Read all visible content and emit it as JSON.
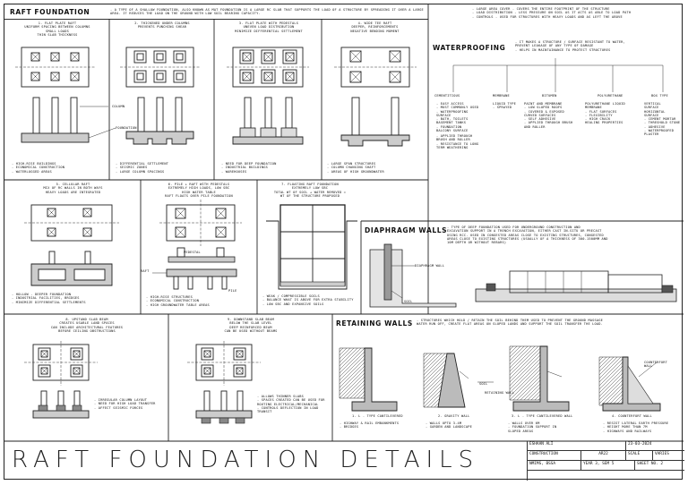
{
  "header": {
    "main_title": "RAFT FOUNDATION",
    "main_desc": "- A TYPE OF A SHALLOW FOUNDATION, ALSO KNOWN AS MAT FOUNDATION IS A LARGE RC SLAB THAT SUPPORTS THE LOAD OF A STRUCTURE BY SPREADING IT OVER A LARGE AREA. IT REDUCES THE LOAD ON THE GROUND WITH LOW SOIL BEARING CAPACITY.",
    "right_notes": "- LARGE AREA COVER - COVERS THE ENTIRE FOOTPRINT OF THE STRUCTURE\n- LOAD DISTRIBUTION - LESS PRESSURE ON SOIL AS IT ACTS AS ABLE TO LOAD PATH\n- CONTROLS - USED FOR STRUCTURES WITH HEAVY LOADS AND AS LEFT THE ABOVE"
  },
  "panels": {
    "p1": {
      "title": "1. FLAT PLATE RAFT\nUNIFORM SPACING BETWEEN COLUMNS\nSMALL LOADS\nTHIN SLAB THICKNESS",
      "notes": "- HIGH-RISE BUILDINGS\n- ECONOMICAL CONSTRUCTION\n- WATERLOGGED AREAS",
      "label_column": "COLUMN",
      "label_foundation": "FOUNDATION"
    },
    "p2": {
      "title": "2. THICKENED UNDER COLUMNS\nPREVENTS PUNCHING SHEAR",
      "notes": "- DIFFERENTIAL SETTLEMENT\n- SEISMIC ZONES\n- LARGE COLUMN SPACINGS"
    },
    "p3": {
      "title": "3. FLAT PLATE WITH PEDESTALS\nUNEVEN LOAD DISTRIBUTION\nMINIMIZE DIFFERENTIAL SETTLEMENT",
      "notes": "- NEED FOR DEEP FOUNDATION\n- INDUSTRIAL BUILDINGS\n- WAREHOUSES"
    },
    "p4": {
      "title": "4. WIDE TEE RAFT\nDEEPER, REINFORCEMENTS\nNEGATIVE BENDING MOMENT",
      "notes": "- LARGE SPAN STRUCTURES\n- COLUMN CHANGING SHAFT\n- AREAS OF HIGH GROUNDWATER"
    },
    "p5": {
      "title": "5. CELLULAR RAFT\nMIX OF RC WALLS IN BOTH WAYS\nHEAVY LOADS ARE INTEGRATED",
      "notes": "- HOLLOW - DEEPER FOUNDATION\n- INDUSTRIAL FACILITIES, BRIDGES\n- MINIMIZE DIFFERENTIAL SETTLEMENTS"
    },
    "p6": {
      "title": "6. PILE + RAFT WITH PEDESTALS\nEXTREMELY HIGH LOADS, LOW SBC\nHIGH WATER TABLE\nRAFT FLOATS OVER PILE FOUNDATION",
      "notes": "- HIGH-RISE STRUCTURES\n- ECONOMICAL CONSTRUCTION\n- HIGH GROUNDWATER TABLE AREAS",
      "label_pedestal": "PEDESTAL",
      "label_raft": "RAFT",
      "label_pile": "PILE"
    },
    "p7": {
      "title": "7. FLOATING RAFT FOUNDATION\nEXTREMELY LOW SBC\nTOTAL WT OF SOIL + WATER REMOVED =\nWT OF THE STRUCTURE PROPOSED",
      "notes": "- WEAK / COMPRESSIBLE SOILS\n- BALANCE WHAT IS ABOVE FOR EXTRA STABILITY\n- LOW SBC AND EXPANSIVE SOILS"
    },
    "p8": {
      "title": "8. UPSTAND SLAB BEAM\nCREATES USABLE LAND SPACES\nCAN INCLUDE ARCHITECTURAL FEATURES\nBEFORE CEILING OBSTRUCTIONS",
      "notes": "- IRREGULAR COLUMN LAYOUT\n- NEED FOR HIGH LOAD TRANSFER\n- AFFECT SEISMIC FORCES"
    },
    "p9": {
      "title": "9. DOWNSTAND SLAB BEAM\nBELOW THE SLAB LEVEL\nDEEP REINFORCED BEAM\nCAN BE USED WITHOUT BEAMS",
      "notes": "- ALLOWS THINNER SLABS\n- SPACES CREATED CAN BE USED FOR\n  ROUTING ELECTRICAL/MECHANICAL\n- CONTROLS DEFLECTION IN LOAD TRANSIT"
    }
  },
  "waterproofing": {
    "title": "WATERPROOFING",
    "desc": "- IT MAKES A STRUCTURE / SURFACE RESISTANT TO WATER,\n  PREVENT LEAKAGE OF ANY TYPE OF DAMAGE\n- HELPS IN MAINTAINANCE TO PROTECT STRUCTURES",
    "types": [
      {
        "name": "CEMENTITIOUS",
        "items": "- EASY ACCESS\n- MOST COMMONLY USED\n- WATERPROOFING\n  SURFACE\n- BATH, TOILETS\n  BASEMENT TANKS\n- FOUNDATION\n  BALCONY SURFACE"
      },
      {
        "name": "MEMBRANE",
        "items": "LIQUID TYPE\n- SPRAYED"
      },
      {
        "name": "BITUMEN",
        "items": "PAINT AND MEMBRANE\n- LOW SLOPED ROOFS\n- COVERED & EXPOSED\n  CURVED SURFACES\n- SELF ADHESIVE\n- APPLIED THROUGH BRUSH\n  AND ROLLER"
      },
      {
        "name": "POLYURETHANE",
        "items": "POLYURETHANE LIQUID\nMEMBRANE\n- FLAT SURFACES\n- FLEXIBILITY\n- HIGH CRACK\n  HEALING PROPERTIES"
      },
      {
        "name": "BOX TYPE",
        "items": "VERTICAL\nSURFACE\nHORIZONTAL\nSURFACE\n- CEMENT MORTAR\n- THRESHOLD STONE\n- ADHESIVE\n- WATERPROOFED\n  PLASTER"
      }
    ],
    "cement_extra": "- APPLIED THROUGH\n  BRUSH AND ROLLER\n- RESISTANCE TO LONG\n  TERM WEATHERING"
  },
  "diaphragm": {
    "title": "DIAPHRAGM WALLS",
    "desc": "- TYPE OF DEEP FOUNDATION USED FOR UNDERGROUND CONSTRUCTION AND\n  EXCAVATION SUPPORT IN A TRENCH EXCAVATION, EITHER CAST IN-SITU OR PRECAST\n  USING RCC. USED IN CONGESTED AREAS CLOSE TO EXISTING STRUCTURES, CONGESTED\n  AREAS CLOSE TO EXISTING STRUCTURES (USUALLY OF A THICKNESS OF 300-1500MM AND\n  10M DEPTH OR WITHOUT REBARS)",
    "label_wall": "DIAPHRAGM WALL",
    "label_soil": "SOIL"
  },
  "retaining": {
    "title": "RETAINING WALLS",
    "desc": "- STRUCTURES WHICH HOLD / RETAIN THE SOIL BEHIND THEM USED TO PREVENT THE GROUND MASSAGE\n  WATER RUN OFF, CREATE FLAT AREAS ON SLOPED LANDS AND SUPPORT THE SOIL TRANSFER THE LOAD.",
    "label_soil": "SOIL",
    "label_wall": "RETAINING WALL",
    "label_counterfort": "COUNTERFORT\nWALL",
    "types": [
      {
        "name": "1. L - TYPE CANTILEVERED",
        "notes": "- HIGHWAY & RAIL EMBANKMENTS\n- BRIDGES"
      },
      {
        "name": "2. GRAVITY WALL",
        "notes": "- WALLS UPTO 3-4M\n- GARDEN AND LANDSCAPE"
      },
      {
        "name": "3. L - TYPE CANTILEVERED WALL",
        "notes": "- WALLS OVER 6M\n- FOUNDATION SUPPORT IN\n  SLOPED AREAS"
      },
      {
        "name": "4. COUNTERFORT WALL",
        "notes": "- RESIST LATERAL EARTH PRESSURE\n- HEIGHT MORE THAN 7M\n- HIGHWAYS AND RAILWAYS"
      }
    ]
  },
  "footer": {
    "big_title": "RAFT FOUNDATION DETAILS",
    "tb": {
      "name": "ESHAAN ALI",
      "date": "23-03-2024",
      "subject": "CONSTRUCTION",
      "code": "AR22",
      "scale_label": "SCALE",
      "scale_value": "VARIES",
      "inst": "NMIMS, BSSA",
      "year": "YEAR 3, SEM 5",
      "sheet": "SHEET NO. 2"
    }
  }
}
